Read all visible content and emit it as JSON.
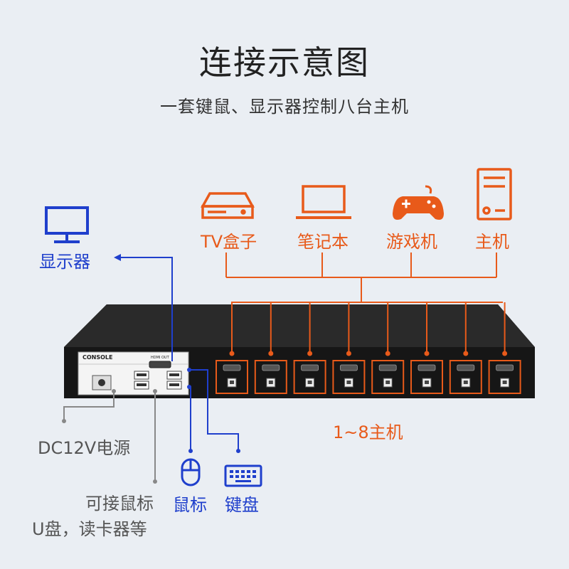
{
  "title": "连接示意图",
  "subtitle": "一套键鼠、显示器控制八台主机",
  "devices": {
    "tv_box": "TV盒子",
    "laptop": "笔记本",
    "game": "游戏机",
    "host": "主机",
    "monitor": "显示器",
    "mouse": "鼠标",
    "keyboard": "键盘"
  },
  "labels": {
    "hosts_1_8": "1~8主机",
    "power": "DC12V电源",
    "usb_line1": "可接鼠标",
    "usb_line2": "U盘，读卡器等"
  },
  "panel": {
    "console": "CONSOLE",
    "hdmi_out": "HDMI OUT"
  },
  "colors": {
    "orange": "#e85a1a",
    "blue": "#1f3fcc",
    "gray": "#888888"
  }
}
